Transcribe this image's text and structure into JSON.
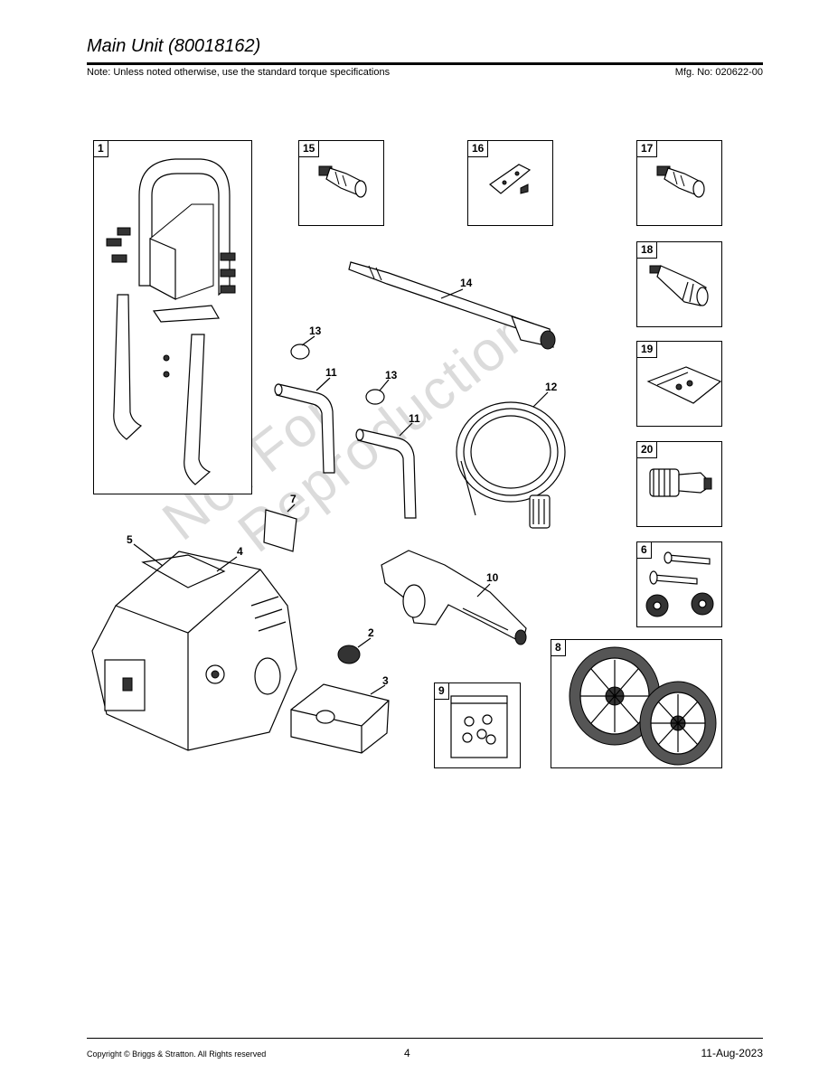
{
  "header": {
    "title": "Main Unit (80018162)",
    "note": "Note: Unless noted otherwise, use the standard torque specifications",
    "mfg": "Mfg. No: 020622-00"
  },
  "footer": {
    "copyright": "Copyright ©  Briggs & Stratton. All Rights reserved",
    "page": "4",
    "date": "11-Aug-2023"
  },
  "watermark": "Not For\n   Reproduction",
  "boxes": {
    "b1": "1",
    "b15": "15",
    "b16": "16",
    "b17": "17",
    "b18": "18",
    "b19": "19",
    "b20": "20",
    "b6": "6",
    "b8": "8",
    "b9": "9"
  },
  "callouts": {
    "c14": "14",
    "c13a": "13",
    "c13b": "13",
    "c11a": "11",
    "c11b": "11",
    "c12": "12",
    "c7": "7",
    "c5": "5",
    "c4": "4",
    "c10": "10",
    "c2": "2",
    "c3": "3"
  }
}
